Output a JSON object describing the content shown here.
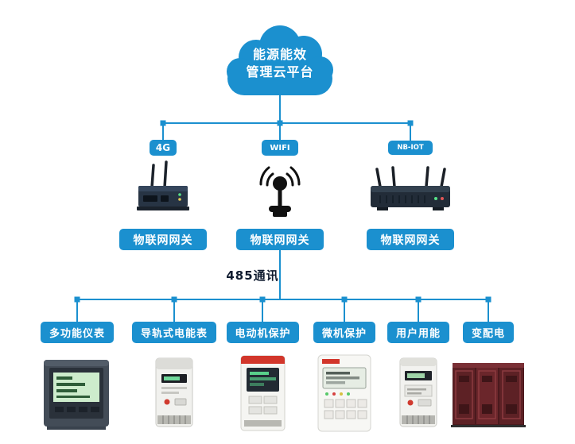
{
  "cloud": {
    "line1": "能源能效",
    "line2": "管理云平台"
  },
  "connectivity_nodes": [
    {
      "badge": "4G",
      "gateway": "物联网网关"
    },
    {
      "badge": "WIFI",
      "gateway": "物联网网关"
    },
    {
      "badge": "NB-IOT",
      "gateway": "物联网网关"
    }
  ],
  "bus": {
    "label": "485通讯"
  },
  "devices": [
    {
      "label": "多功能仪表"
    },
    {
      "label": "导轨式电能表"
    },
    {
      "label": "电动机保护"
    },
    {
      "label": "微机保护"
    },
    {
      "label": "用户用能"
    },
    {
      "label": "变配电"
    }
  ],
  "images": {
    "gateway_4g": "industrial-router-2-antennas",
    "gateway_wifi": "antenna-signal-icon",
    "gateway_nbiot": "industrial-router-4-antennas",
    "device_1": "multifunction-power-meter",
    "device_2": "din-rail-energy-meter",
    "device_3": "motor-protection-relay",
    "device_4": "microcomputer-protection-device",
    "device_5": "din-rail-meter",
    "device_6": "power-distribution-cabinets"
  },
  "colors": {
    "primary_blue": "#1b90cf",
    "bus_text": "#101c30",
    "background": "#ffffff"
  }
}
